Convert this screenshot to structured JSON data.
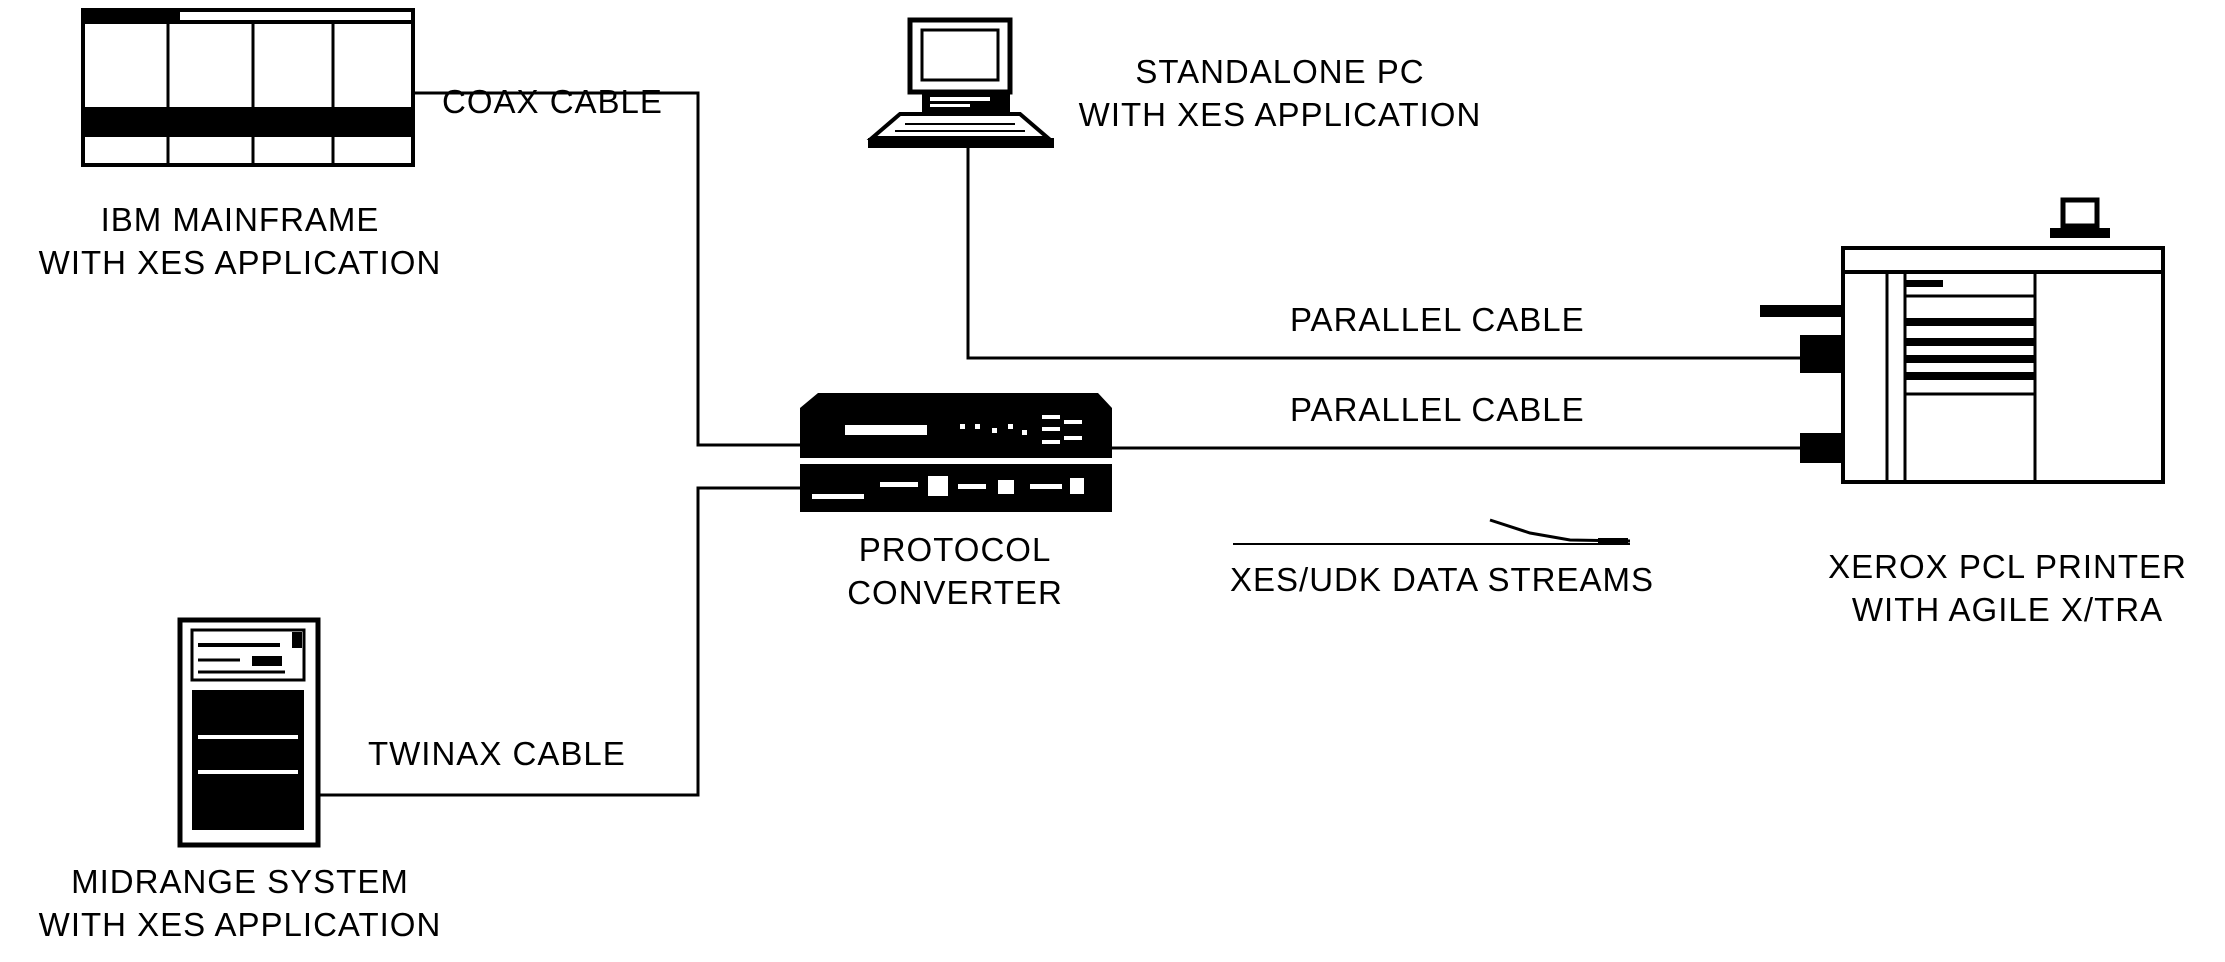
{
  "colors": {
    "ink": "#000000",
    "paper": "#ffffff"
  },
  "devices": {
    "mainframe": {
      "line1": "IBM MAINFRAME",
      "line2": "WITH XES APPLICATION",
      "icon": "mainframe-icon"
    },
    "standalone_pc": {
      "line1": "STANDALONE PC",
      "line2": "WITH XES APPLICATION",
      "icon": "desktop-pc-icon"
    },
    "midrange": {
      "line1": "MIDRANGE SYSTEM",
      "line2": "WITH XES APPLICATION",
      "icon": "midrange-server-icon"
    },
    "protocol_converter": {
      "line1": "PROTOCOL",
      "line2": "CONVERTER",
      "icon": "protocol-converter-icon"
    },
    "printer": {
      "line1": "XEROX PCL PRINTER",
      "line2": "WITH AGILE X/TRA",
      "icon": "printer-icon"
    }
  },
  "cables": {
    "coax": "COAX CABLE",
    "parallel_top": "PARALLEL CABLE",
    "parallel_bottom": "PARALLEL CABLE",
    "twinax": "TWINAX CABLE"
  },
  "annotation": {
    "data_streams": "XES/UDK DATA STREAMS"
  }
}
